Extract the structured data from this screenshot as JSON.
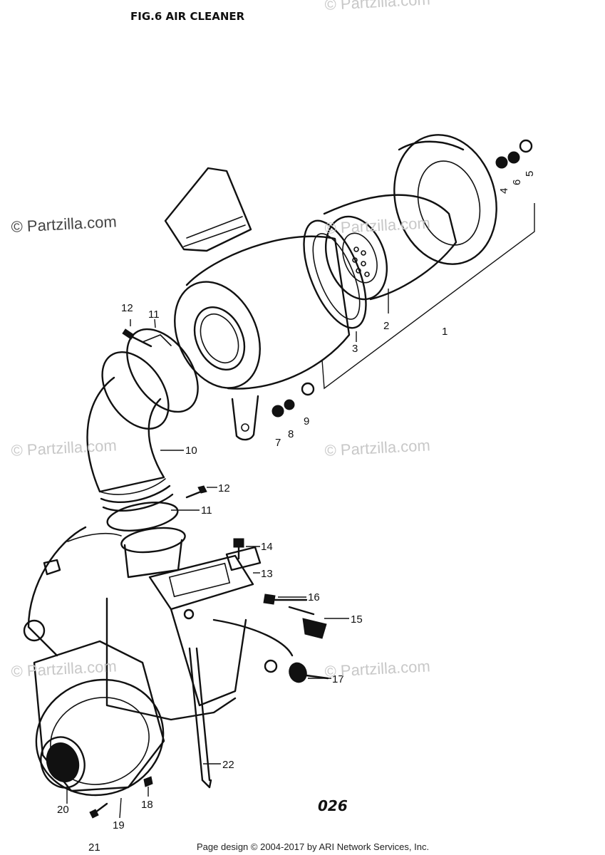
{
  "title": "FIG.6  AIR CLEANER",
  "page_number": "026",
  "footer": "Page design © 2004-2017 by ARI Network Services, Inc.",
  "watermark_text": "© Partzilla.com",
  "callouts": [
    "1",
    "2",
    "3",
    "4",
    "5",
    "6",
    "7",
    "8",
    "9",
    "10",
    "11",
    "12",
    "13",
    "14",
    "15",
    "16",
    "17",
    "18",
    "19",
    "20",
    "21",
    "22"
  ],
  "colors": {
    "line": "#111111",
    "watermark": "#c8c8c8",
    "background": "#ffffff"
  }
}
